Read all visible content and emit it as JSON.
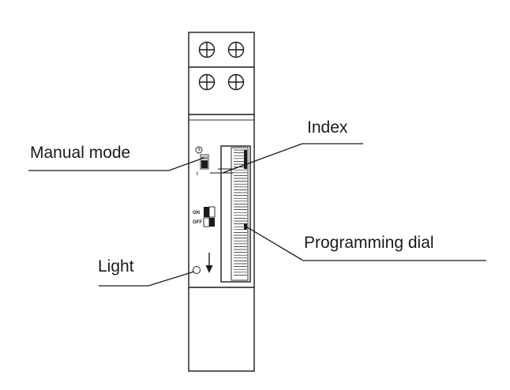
{
  "labels": {
    "manual_mode": "Manual mode",
    "index": "Index",
    "light": "Light",
    "programming_dial": "Programming dial"
  },
  "device": {
    "switch_on": "ON",
    "switch_off": "OFF",
    "manual_top_mark": "I",
    "manual_bottom_mark": "I"
  },
  "icons": {
    "terminal_screw": "plus-in-circle",
    "manual_symbol": "clock-hand-symbol",
    "light_indicator": "circle",
    "direction": "down-arrow"
  },
  "colors": {
    "ink": "#1a1a1a",
    "background": "#ffffff"
  }
}
